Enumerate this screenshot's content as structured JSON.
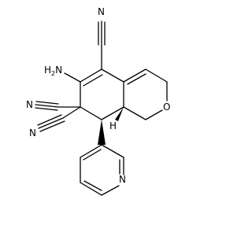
{
  "molecule": {
    "atoms": {
      "n_nitrile_top": "N",
      "nh2": {
        "main": "H",
        "sub": "2",
        "tail": "N"
      },
      "n_nitrile_left1": "N",
      "n_nitrile_left2": "N",
      "o_ring": "O",
      "h_ring_junction": "H",
      "n_pyridine": "N"
    }
  }
}
